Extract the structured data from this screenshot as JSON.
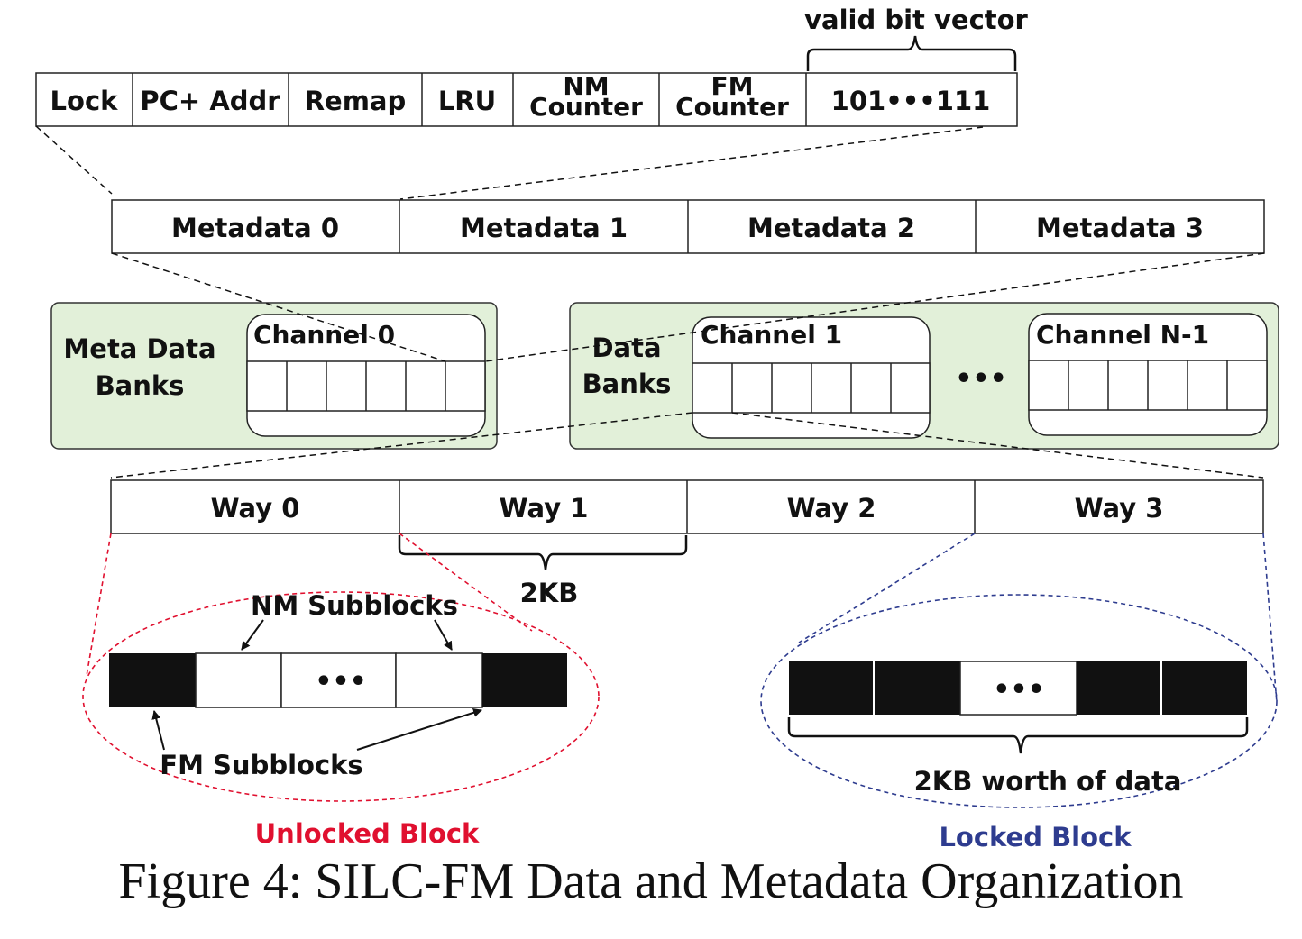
{
  "metadata_fields": {
    "lock": "Lock",
    "pc_addr": "PC+ Addr",
    "remap": "Remap",
    "lru": "LRU",
    "nm_counter_line1": "NM",
    "nm_counter_line2": "Counter",
    "fm_counter_line1": "FM",
    "fm_counter_line2": "Counter",
    "valid_bits": "101•••111",
    "valid_bit_vector": "valid bit vector"
  },
  "metadata_row": [
    "Metadata 0",
    "Metadata 1",
    "Metadata 2",
    "Metadata 3"
  ],
  "banks": {
    "meta_line1": "Meta Data",
    "meta_line2": "Banks",
    "data_line1": "Data",
    "data_line2": "Banks",
    "channel_0": "Channel 0",
    "channel_1": "Channel 1",
    "channel_last": "Channel N-1",
    "ellipsis": "•••"
  },
  "ways": [
    "Way 0",
    "Way 1",
    "Way 2",
    "Way 3"
  ],
  "way_size": "2KB",
  "unlocked": {
    "nm_label": "NM Subblocks",
    "fm_label": "FM Subblocks",
    "ellipsis": "•••",
    "title": "Unlocked Block"
  },
  "locked": {
    "ellipsis": "•••",
    "data_label": "2KB worth of data",
    "title": "Locked Block"
  },
  "caption": "Figure 4: SILC-FM Data and Metadata Organization",
  "colors": {
    "bank_fill": "#e2f0d9",
    "unlocked": "#e0102f",
    "locked": "#2e3c8f",
    "block_fill": "#111111"
  }
}
